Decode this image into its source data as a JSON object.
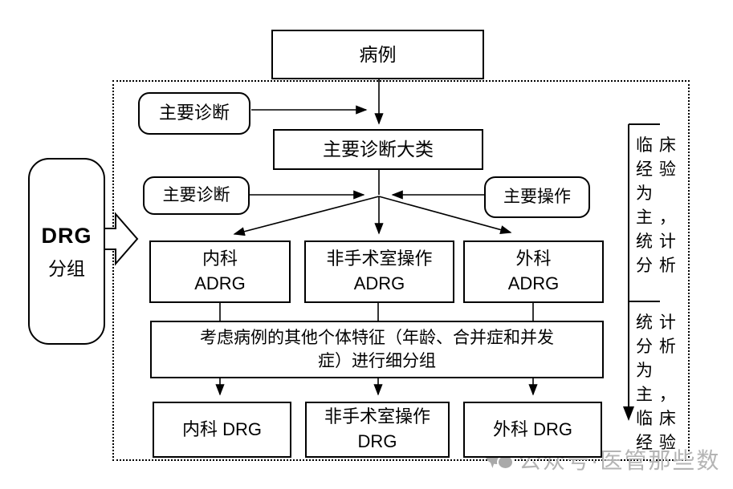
{
  "colors": {
    "line": "#000000",
    "watermark_gray": "#b4b4b4"
  },
  "nodes": {
    "case": "病例",
    "primary_diagnosis_top": "主要诊断",
    "major_diagnostic_category": "主要诊断大类",
    "primary_diagnosis": "主要诊断",
    "primary_operation": "主要操作",
    "adrg_internal": {
      "line1": "内科",
      "line2": "ADRG"
    },
    "adrg_non_or": {
      "line1": "非手术室操作",
      "line2": "ADRG"
    },
    "adrg_surgical": {
      "line1": "外科",
      "line2": "ADRG"
    },
    "subdivision": "考虑病例的其他个体特征（年龄、合并症和并发\n症）进行细分组",
    "drg_internal": "内科 DRG",
    "drg_non_or": {
      "line1": "非手术室操作",
      "line2": "DRG"
    },
    "drg_surgical": "外科 DRG"
  },
  "side_label": {
    "line1": "DRG",
    "line2": "分组"
  },
  "annotations": {
    "upper": "临 床\n经 验\n为\n主 ，\n统 计\n分 析",
    "lower": "统 计\n分 析\n为\n主 ，\n临 床\n经 验"
  },
  "watermark": {
    "text": "公众号·医管那些数"
  }
}
